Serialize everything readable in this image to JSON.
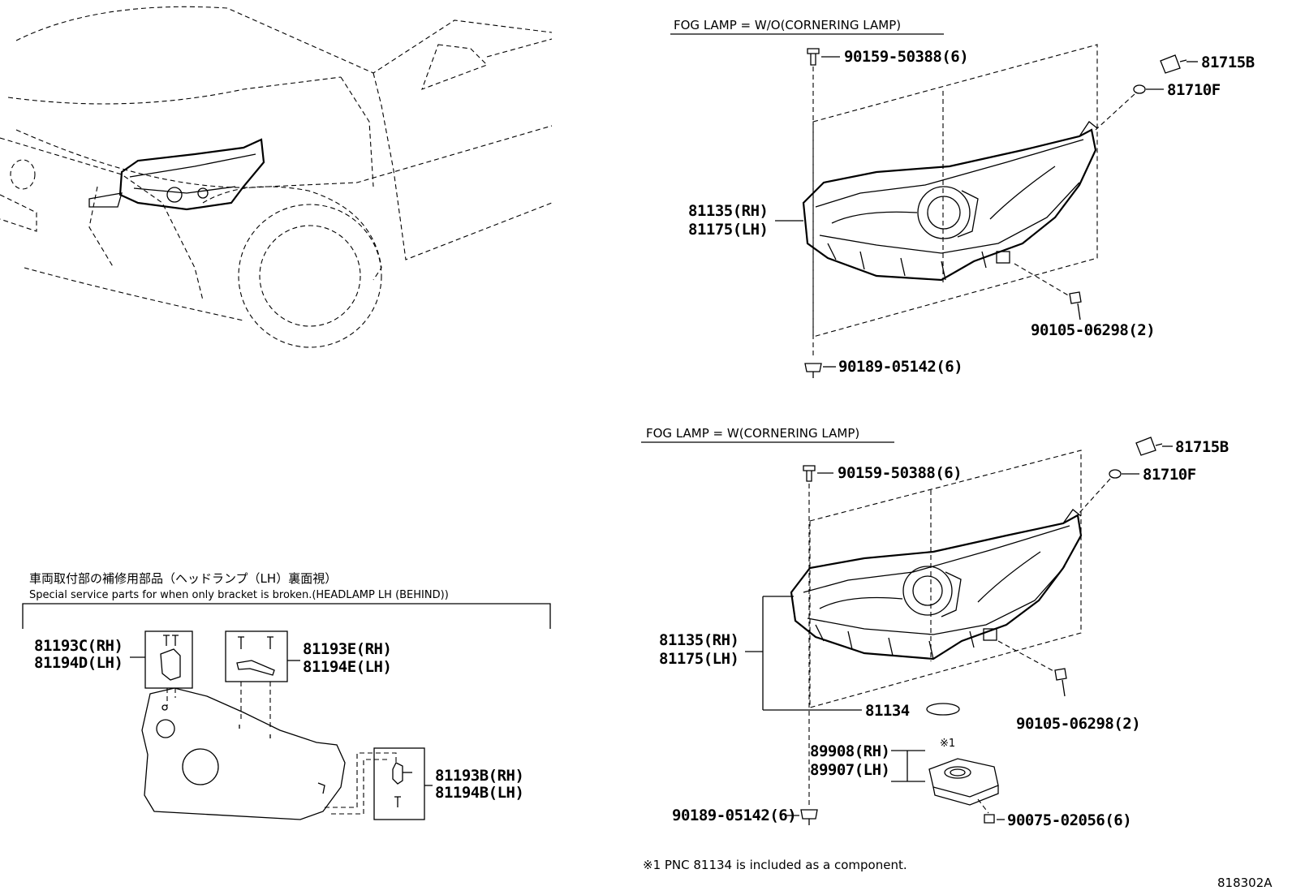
{
  "sections": {
    "top": {
      "header": "FOG LAMP = W/O(CORNERING LAMP)",
      "parts": {
        "bolt_top": "90159-50388(6)",
        "socket": "81715B",
        "bulb": "81710F",
        "headlamp_rh": "81135(RH)",
        "headlamp_lh": "81175(LH)",
        "screw_right": "90105-06298(2)",
        "clip_bottom": "90189-05142(6)"
      }
    },
    "bottom": {
      "header": "FOG LAMP = W(CORNERING LAMP)",
      "parts": {
        "bolt_top": "90159-50388(6)",
        "socket": "81715B",
        "bulb": "81710F",
        "headlamp_rh": "81135(RH)",
        "headlamp_lh": "81175(LH)",
        "oring": "81134",
        "screw_right": "90105-06298(2)",
        "ballast_rh": "89908(RH)",
        "ballast_lh": "89907(LH)",
        "ballast_mark": "※1",
        "clip_bottom": "90189-05142(6)",
        "ballast_screw": "90075-02056(6)"
      }
    },
    "service": {
      "title_jp": "車両取付部の補修用部品（ヘッドランプ（LH）裏面視）",
      "title_en": "Special service parts for when only bracket is broken.(HEADLAMP LH (BEHIND))",
      "kit_c_rh": "81193C(RH)",
      "kit_d_lh": "81194D(LH)",
      "kit_e_rh": "81193E(RH)",
      "kit_e_lh": "81194E(LH)",
      "kit_b_rh": "81193B(RH)",
      "kit_b_lh": "81194B(LH)"
    }
  },
  "footnote": "※1   PNC 81134 is included as a component.",
  "diagram_id": "818302A"
}
